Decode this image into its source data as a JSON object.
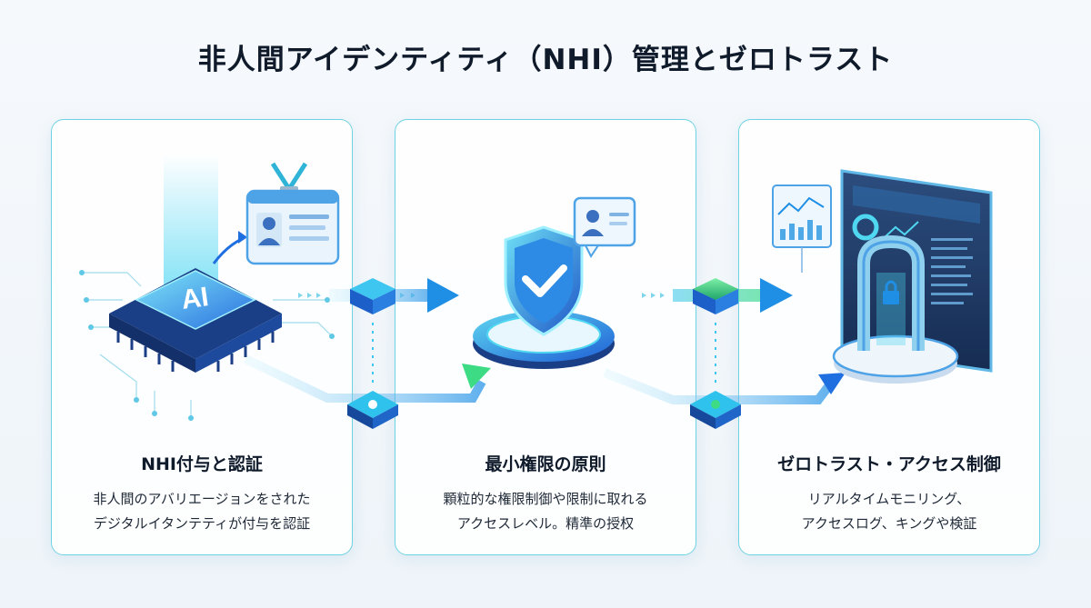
{
  "title": "非人間アイデンティティ（NHI）管理とゼロトラスト",
  "chip_label": "AI",
  "cards": [
    {
      "title": "NHI付与と認証",
      "desc": [
        "非人間のアバリエージョンをされた",
        "デジタルイタンテティが付与を認証"
      ]
    },
    {
      "title": "最小権限の原則",
      "desc": [
        "顆粒的な権限制御や限制に取れる",
        "アクセスレベル。精準の授权"
      ]
    },
    {
      "title": "ゼロトラスト・アクセス制御",
      "desc": [
        "リアルタイムモニリング、",
        "アクセスログ、キングや検証"
      ]
    }
  ],
  "colors": {
    "accent_cyan": "#2fc3e6",
    "accent_blue": "#1f6fe0",
    "accent_green": "#3ddc84",
    "border": "#6fd2e2"
  },
  "icons": [
    "ai-chip-icon",
    "id-badge-icon",
    "shield-check-icon",
    "user-card-icon",
    "dashboard-icon",
    "lock-gate-icon",
    "arrow-right-icon",
    "network-node-icon"
  ]
}
